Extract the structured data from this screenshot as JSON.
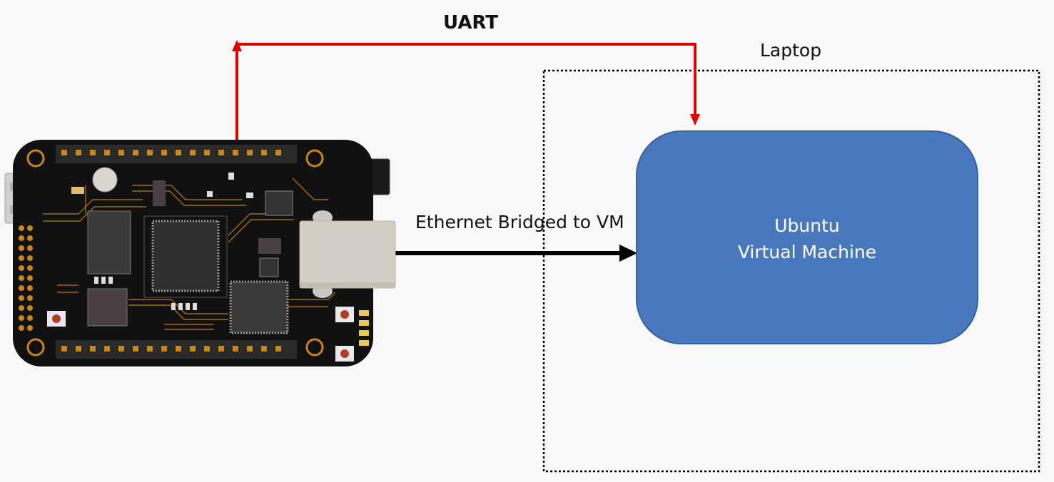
{
  "labels": {
    "uart": "UART",
    "laptop": "Laptop",
    "ethernet": "Ethernet Bridged to VM"
  },
  "vm_box": {
    "line1": "Ubuntu",
    "line2": "Virtual Machine"
  },
  "colors": {
    "background": "#f8f8f8",
    "uart_link": "#e00000",
    "ethernet_link": "#000000",
    "vm_fill": "#4a78bd",
    "vm_border": "#36609c",
    "pcb": "#111111",
    "copper": "#c8861a",
    "laptop_border": "#000000"
  },
  "icons": {
    "board": "embedded-board-icon"
  }
}
